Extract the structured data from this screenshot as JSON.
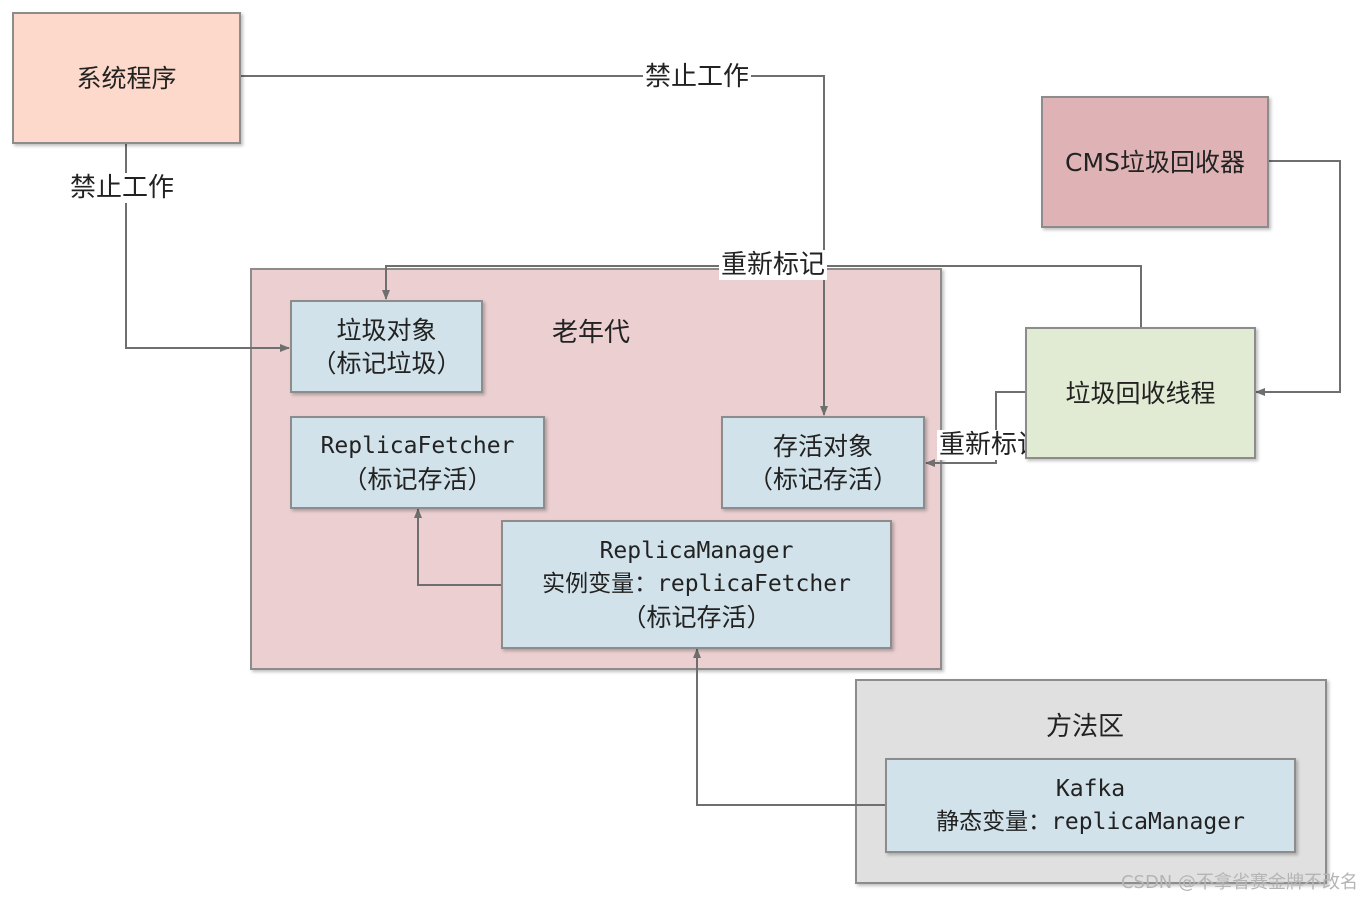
{
  "colors": {
    "system": "#fcd9cb",
    "cms": "#dfb3b5",
    "gc_thread": "#e1ead2",
    "old_gen": "#ebcfd1",
    "object": "#d1e2ea",
    "method_area": "#e0e0e0",
    "line": "#6f6f6f"
  },
  "nodes": {
    "system_program": "系统程序",
    "cms_collector": "CMS垃圾回收器",
    "gc_thread": "垃圾回收线程",
    "garbage_object": {
      "line1": "垃圾对象",
      "line2": "（标记垃圾）"
    },
    "replica_fetcher": {
      "line1": "ReplicaFetcher",
      "line2": "（标记存活）"
    },
    "live_object": {
      "line1": "存活对象",
      "line2": "（标记存活）"
    },
    "replica_manager": {
      "line1": "ReplicaManager",
      "line2": "实例变量：replicaFetcher",
      "line3": "（标记存活）"
    },
    "kafka": {
      "line1": "Kafka",
      "line2": "静态变量：replicaManager"
    }
  },
  "regions": {
    "old_generation": "老年代",
    "method_area": "方法区"
  },
  "edge_labels": {
    "stop_work_top": "禁止工作",
    "stop_work_left": "禁止工作",
    "remark_top": "重新标记",
    "remark_right": "重新标记"
  },
  "watermark": "CSDN @不拿省赛金牌不改名"
}
